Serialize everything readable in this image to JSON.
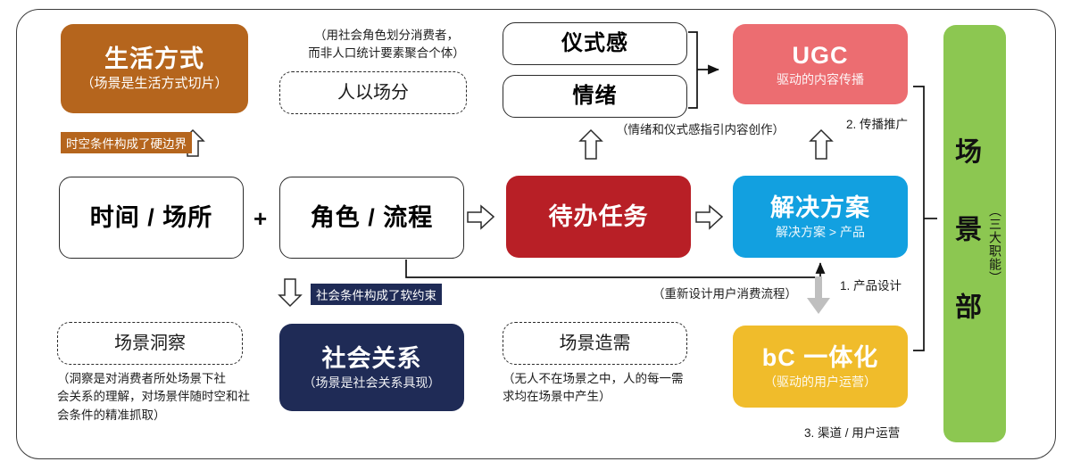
{
  "diagram": {
    "boxes": {
      "lifestyle": {
        "title": "生活方式",
        "sub": "（场景是生活方式切片）",
        "color": "#b5651d"
      },
      "ren_yi_chang_fen": {
        "title": "人以场分"
      },
      "ritual": {
        "title": "仪式感"
      },
      "emotion": {
        "title": "情绪"
      },
      "ugc": {
        "title": "UGC",
        "sub": "驱动的内容传播",
        "color": "#ec6d71"
      },
      "time_place": {
        "title": "时间 / 场所"
      },
      "role_process": {
        "title": "角色 / 流程"
      },
      "todo_task": {
        "title": "待办任务",
        "color": "#b81f26"
      },
      "solution": {
        "title": "解决方案",
        "sub": "解决方案 > 产品",
        "color": "#12a0e0"
      },
      "scene_insight": {
        "title": "场景洞察"
      },
      "social_relation": {
        "title": "社会关系",
        "sub": "（场景是社会关系具现）",
        "color": "#1f2b56"
      },
      "scene_demand": {
        "title": "场景造需"
      },
      "bc_integration": {
        "title": "bC 一体化",
        "sub": "（驱动的用户运营）",
        "color": "#f0bc2b"
      },
      "department": {
        "title": "场 景 部",
        "sub": "（三大职能）",
        "color": "#8cc751"
      }
    },
    "notes": {
      "social_role_note": "（用社会角色划分消费者，\n而非人口统计要素聚合个体）",
      "emotion_note": "（情绪和仪式感指引内容创作）",
      "redesign_note": "（重新设计用户消费流程）",
      "insight_note": "（洞察是对消费者所处场景下社\n会关系的理解，对场景伴随时空和社\n会条件的精准抓取）",
      "demand_note": "（无人不在场景之中，人的每一需\n求均在场景中产生）"
    },
    "tags": {
      "hard_boundary": "时空条件构成了硬边界",
      "soft_constraint": "社会条件构成了软约束"
    },
    "functions": {
      "one": "1. 产品设计",
      "two": "2. 传播推广",
      "three": "3. 渠道 / 用户运营"
    },
    "symbols": {
      "plus": "+"
    },
    "colors": {
      "brown": "#b5651d",
      "pink": "#ec6d71",
      "red": "#b81f26",
      "blue": "#12a0e0",
      "navy": "#1f2b56",
      "yellow": "#f0bc2b",
      "green": "#8cc751",
      "gray_arrow": "#bfbfbf",
      "outline": "#2b2b2b"
    }
  }
}
